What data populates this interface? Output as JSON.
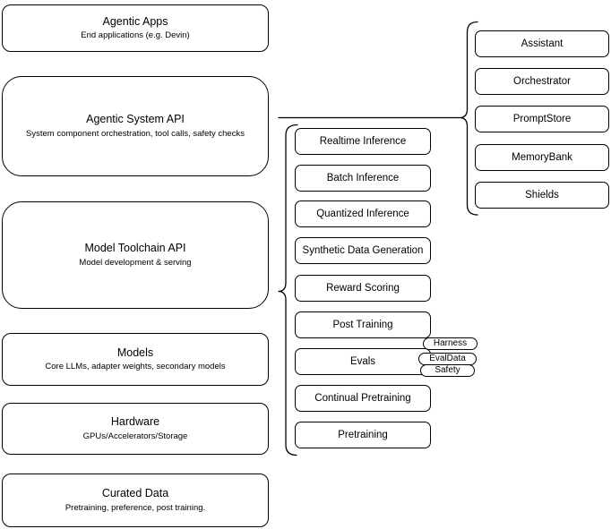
{
  "stack": {
    "boxes": [
      {
        "title": "Agentic Apps",
        "subtitle": "End applications (e.g. Devin)"
      },
      {
        "title": "Agentic System API",
        "subtitle": "System component orchestration, tool calls, safety checks"
      },
      {
        "title": "Model Toolchain API",
        "subtitle": "Model development & serving"
      },
      {
        "title": "Models",
        "subtitle": "Core LLMs, adapter weights, secondary models"
      },
      {
        "title": "Hardware",
        "subtitle": "GPUs/Accelerators/Storage"
      },
      {
        "title": "Curated Data",
        "subtitle": "Pretraining, preference, post training."
      }
    ]
  },
  "toolchain": {
    "items": [
      "Realtime Inference",
      "Batch Inference",
      "Quantized Inference",
      "Synthetic Data Generation",
      "Reward Scoring",
      "Post Training",
      "Evals",
      "Continual Pretraining",
      "Pretraining"
    ]
  },
  "eval_tags": [
    "Harness",
    "EvalData",
    "Safety"
  ],
  "system_components": [
    "Assistant",
    "Orchestrator",
    "PromptStore",
    "MemoryBank",
    "Shields"
  ],
  "colors": {
    "stroke": "#000000",
    "background": "#ffffff"
  }
}
